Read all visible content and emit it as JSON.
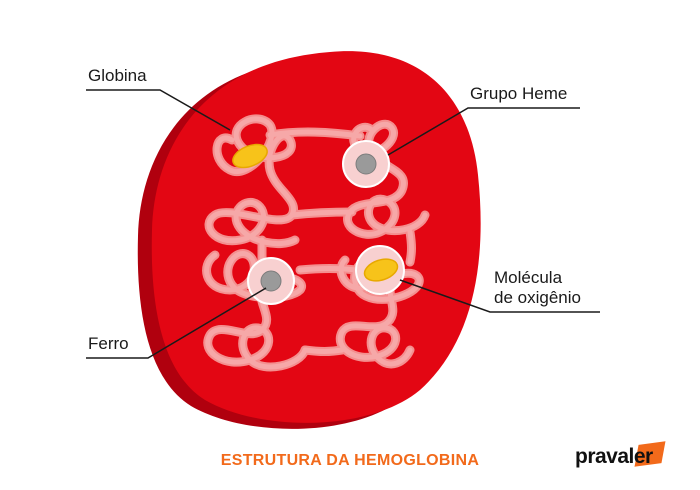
{
  "labels": {
    "globina": "Globina",
    "grupo_heme": "Grupo Heme",
    "molecula_line1": "Molécula",
    "molecula_line2": "de oxigênio",
    "ferro": "Ferro"
  },
  "caption": "ESTRUTURA DA HEMOGLOBINA",
  "brand": "pravaler",
  "colors": {
    "cell_main": "#e30613",
    "cell_shadow": "#b0000e",
    "chain": "#f6a8a8",
    "chain_stroke": "#f48f8f",
    "heme_ring": "#f8d0d0",
    "iron": "#9a9a9a",
    "oxygen": "#f7c31a",
    "caption": "#f26a1b",
    "brand_accent": "#f26a1b",
    "leader": "#1a1a1a"
  }
}
